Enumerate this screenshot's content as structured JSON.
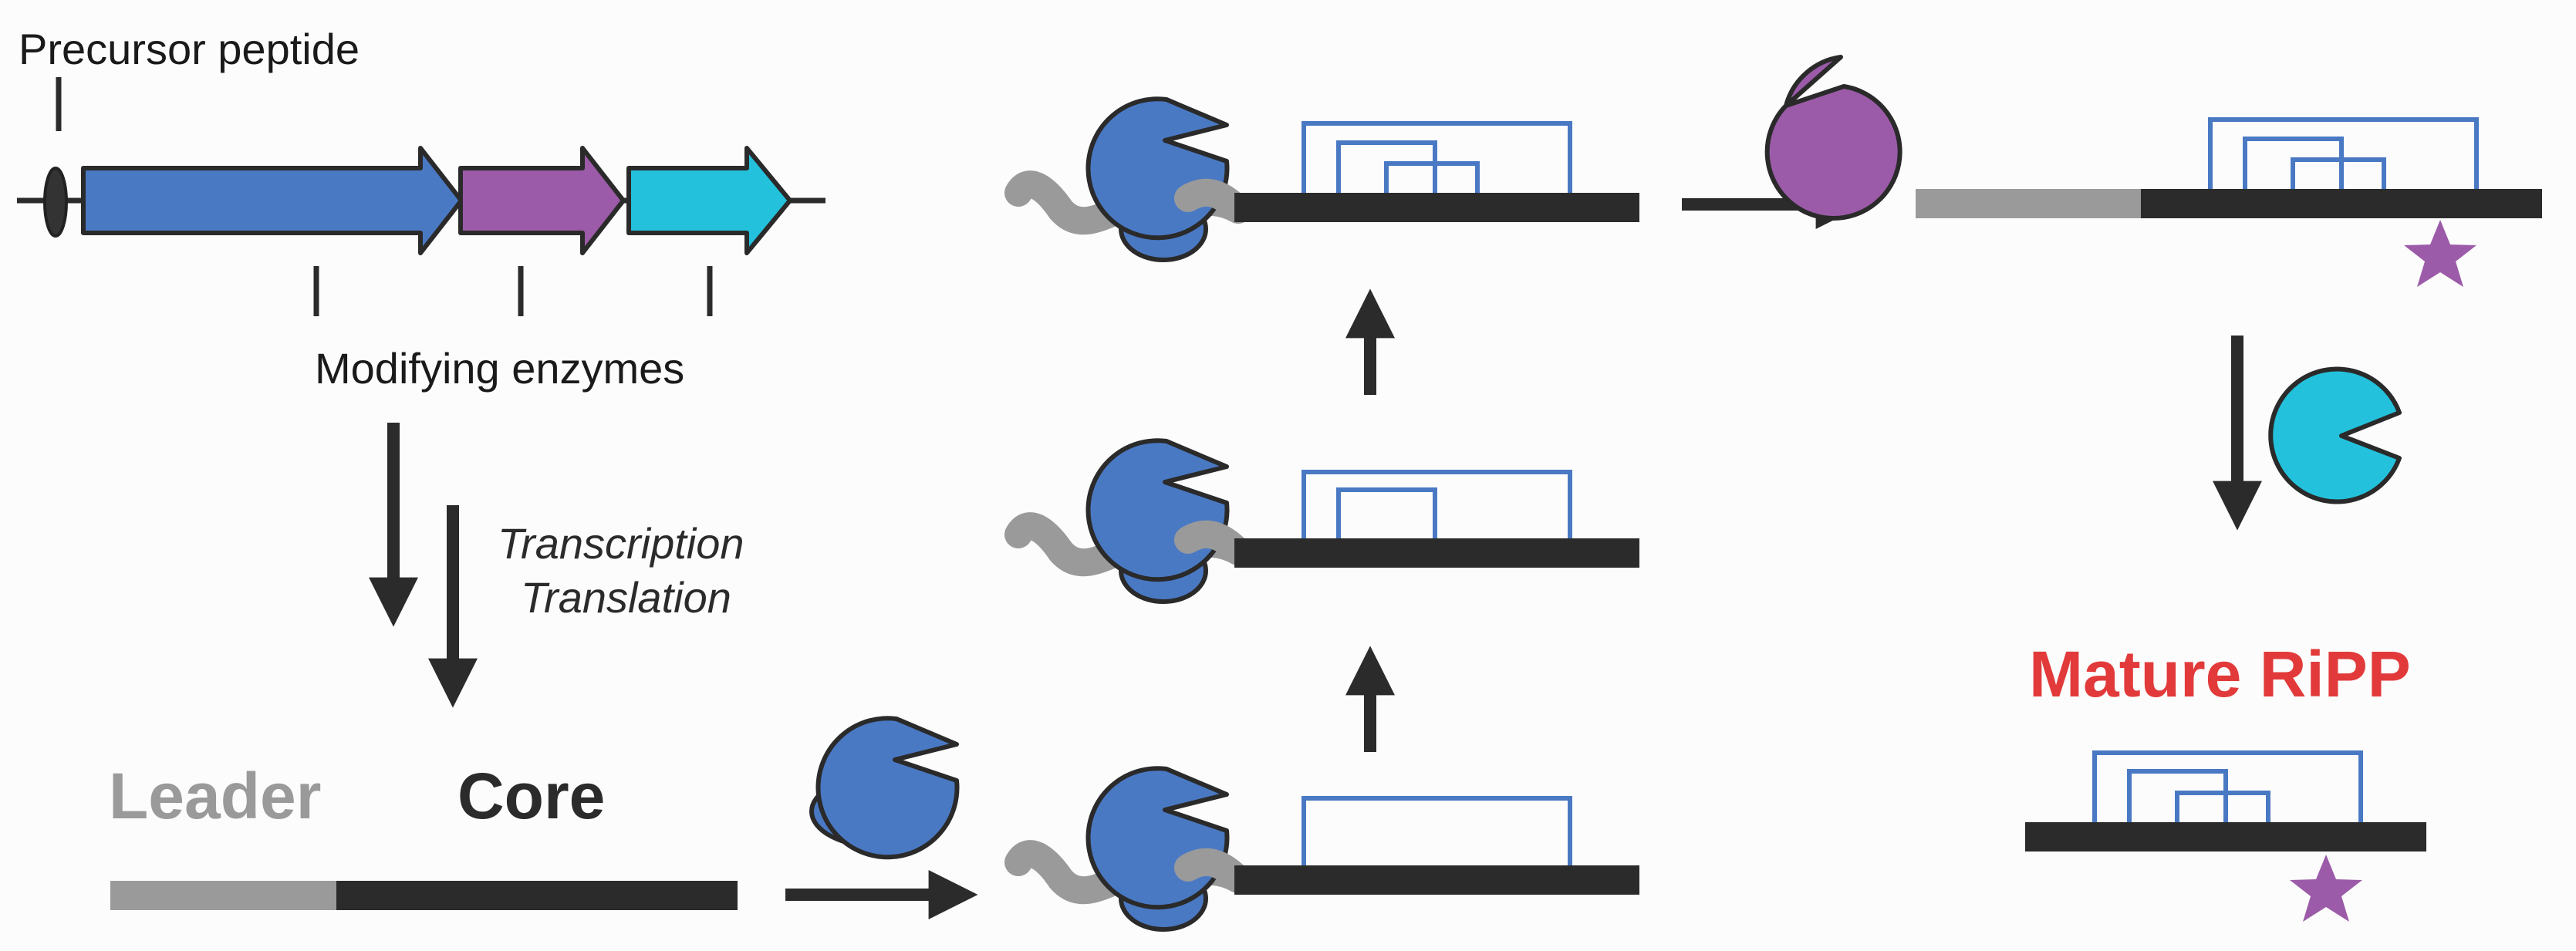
{
  "labels": {
    "precursor_peptide": "Precursor peptide",
    "modifying_enzymes": "Modifying enzymes",
    "transcription": "Transcription",
    "translation": "Translation",
    "leader": "Leader",
    "core": "Core",
    "mature_ripp": "Mature RiPP"
  },
  "colors": {
    "enzyme_blue": "#4a79c4",
    "enzyme_purple": "#9b5ba8",
    "enzyme_cyan": "#23c1db",
    "leader_gray": "#9a9a9a",
    "core_dark": "#2b2b2b",
    "ring_blue": "#4a79c4",
    "star_purple": "#9b5ba8",
    "title_red": "#e23a3a"
  },
  "icons": {
    "gene_cluster": "gene-cluster-arrows",
    "enzyme": "pacman-enzyme-icon",
    "modification": "star-icon",
    "step": "arrow-icon"
  }
}
